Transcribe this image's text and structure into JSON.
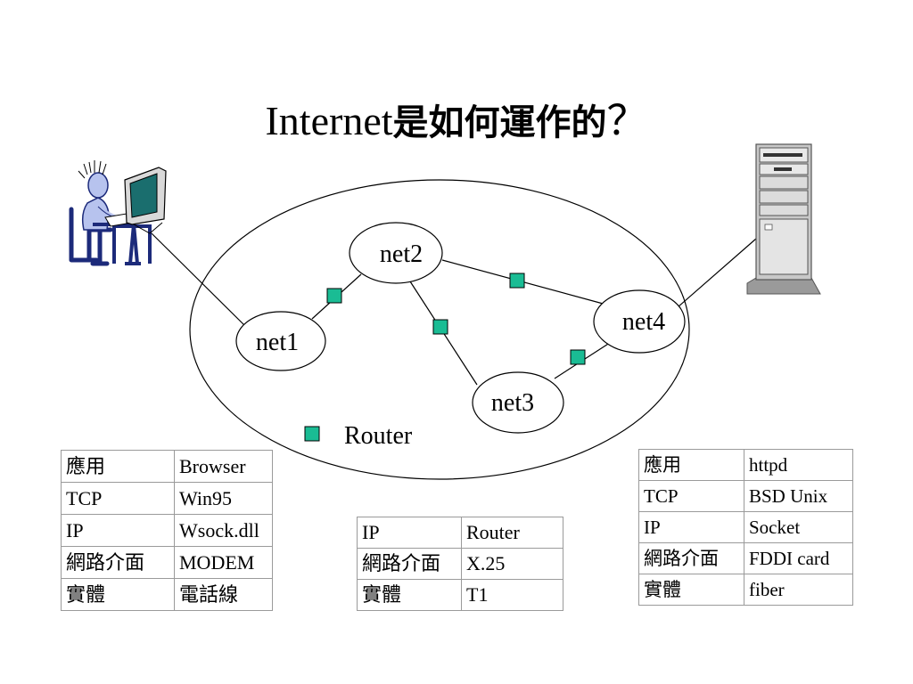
{
  "title": {
    "latin": "Internet",
    "cjk": "是如何運作的",
    "mark": "？"
  },
  "networks": {
    "net1": "net1",
    "net2": "net2",
    "net3": "net3",
    "net4": "net4"
  },
  "legend": {
    "label": "Router"
  },
  "colors": {
    "router": "#1abc94",
    "line": "#000000",
    "border": "#9a9a9a",
    "user": "#b7c3ee",
    "chair": "#1c2a7a"
  },
  "icons": {
    "client": "user-at-computer-icon",
    "server": "server-tower-icon"
  },
  "tables": {
    "client": [
      [
        "應用",
        "Browser"
      ],
      [
        "TCP",
        "Win95"
      ],
      [
        "IP",
        "Wsock.dll"
      ],
      [
        "網路介面",
        "MODEM"
      ],
      [
        "實體",
        "電話線"
      ]
    ],
    "middle": [
      [
        "IP",
        "Router"
      ],
      [
        "網路介面",
        "X.25"
      ],
      [
        "實體",
        "T1"
      ]
    ],
    "server": [
      [
        "應用",
        "httpd"
      ],
      [
        "TCP",
        "BSD Unix"
      ],
      [
        "IP",
        "Socket"
      ],
      [
        "網路介面",
        "FDDI card"
      ],
      [
        "實體",
        "fiber"
      ]
    ]
  }
}
